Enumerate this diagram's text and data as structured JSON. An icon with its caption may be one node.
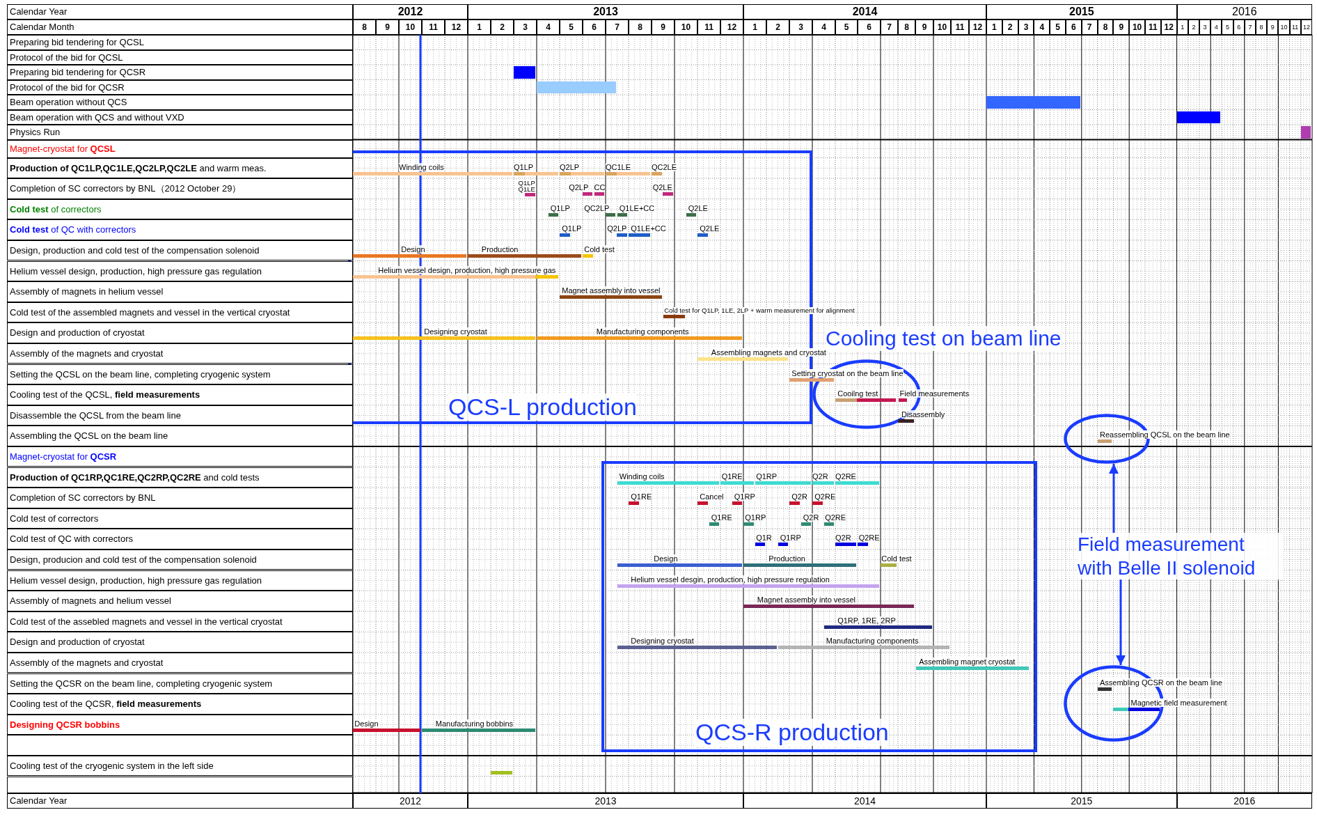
{
  "diagram": {
    "nodes": [
      {
        "text": [],
        "shape": "bar"
      },
      {
        "text": [],
        "shape": "bar"
      },
      {
        "text": [],
        "shape": "bar"
      },
      {
        "text": [],
        "shape": "bar"
      },
      {
        "text": [],
        "shape": "bar"
      },
      {
        "text": [
          "QCS-L production"
        ]
      },
      {
        "text": [
          "Winding coils"
        ],
        "in": 5
      },
      {
        "text": [
          "Q1LP"
        ],
        "in": 5
      },
      {
        "text": [
          "Q2LP"
        ],
        "in": 5
      },
      {
        "text": [
          "QC1LE"
        ],
        "in": 5
      },
      {
        "text": [
          "QC2LE"
        ],
        "in": 5
      },
      {
        "text": [
          "Q1LP",
          "Q1LE"
        ],
        "in": 5
      },
      {
        "text": [
          "Q2LP"
        ],
        "in": 5
      },
      {
        "text": [
          "CC"
        ],
        "in": 5
      },
      {
        "text": [
          "Q2LE"
        ],
        "in": 5
      },
      {
        "text": [
          "Q1LP"
        ],
        "in": 5
      },
      {
        "text": [
          "QC2LP"
        ],
        "in": 5
      },
      {
        "text": [
          "Q1LE+CC"
        ],
        "in": 5
      },
      {
        "text": [
          "Q2LE"
        ],
        "in": 5
      },
      {
        "text": [
          "Q1LP"
        ],
        "in": 5
      },
      {
        "text": [
          "Q2LP"
        ],
        "in": 5
      },
      {
        "text": [
          "Q1LE+CC"
        ],
        "in": 5
      },
      {
        "text": [
          "Q2LE"
        ],
        "in": 5
      },
      {
        "text": [
          "Design"
        ],
        "in": 5
      },
      {
        "text": [
          "Production"
        ],
        "in": 5
      },
      {
        "text": [
          "Cold test"
        ],
        "in": 5
      },
      {
        "text": [
          "Helium vessel design, production, high pressure gas"
        ],
        "in": 5
      },
      {
        "text": [
          "Magnet assembly into vessel"
        ],
        "in": 5
      },
      {
        "text": [
          "Cold test for Q1LP, 1LE, 2LP + warm measurement for alignment"
        ]
      },
      {
        "text": [
          "Designing cryostat"
        ],
        "in": 5
      },
      {
        "text": [
          "Manufacturing components"
        ],
        "in": 5
      },
      {
        "text": [
          "Assembling magnets and cryostat"
        ]
      },
      {
        "text": [
          "Cooling test on beam line"
        ]
      },
      {
        "text": [
          "Setting cryostat on the beam line"
        ]
      },
      {
        "text": [
          "Cooilng test"
        ],
        "in": 32
      },
      {
        "text": [
          "Field measurements"
        ],
        "in": 32
      },
      {
        "text": [
          "Disassembly"
        ],
        "in": 32
      },
      {
        "text": [
          "Reassembling QCSL on the beam line"
        ]
      },
      {
        "text": [],
        "shape": "ellipse"
      },
      {
        "text": [
          "QCS-R production"
        ]
      },
      {
        "text": [
          "Winding coils"
        ],
        "in": 39
      },
      {
        "text": [
          "Q1RE"
        ],
        "in": 39
      },
      {
        "text": [
          "Q1RP"
        ],
        "in": 39
      },
      {
        "text": [
          "Q2R"
        ],
        "in": 39
      },
      {
        "text": [
          "Q2RE"
        ],
        "in": 39
      },
      {
        "text": [
          "Q1RE"
        ],
        "in": 39
      },
      {
        "text": [
          "Cancel"
        ],
        "in": 39
      },
      {
        "text": [
          "Q1RP"
        ],
        "in": 39
      },
      {
        "text": [
          "Q2R"
        ],
        "in": 39
      },
      {
        "text": [
          "Q2RE"
        ],
        "in": 39
      },
      {
        "text": [
          "Q1RE"
        ],
        "in": 39
      },
      {
        "text": [
          "Q1RP"
        ],
        "in": 39
      },
      {
        "text": [
          "Q2R"
        ],
        "in": 39
      },
      {
        "text": [
          "Q2RE"
        ],
        "in": 39
      },
      {
        "text": [
          "Q1R"
        ],
        "in": 39
      },
      {
        "text": [
          "Q1RP"
        ],
        "in": 39
      },
      {
        "text": [
          "Q2R"
        ],
        "in": 39
      },
      {
        "text": [
          "Q2RE"
        ],
        "in": 39
      },
      {
        "text": [
          "Design"
        ],
        "in": 39
      },
      {
        "text": [
          "Production"
        ],
        "in": 39
      },
      {
        "text": [
          "Cold test"
        ],
        "in": 39
      },
      {
        "text": [
          "Helium vessel desgin, production, high pressure regulation"
        ],
        "in": 39
      },
      {
        "text": [
          "Magnet assembly into vessel"
        ],
        "in": 39
      },
      {
        "text": [
          "Q1RP, 1RE, 2RP"
        ],
        "in": 39
      },
      {
        "text": [
          "Designing cryostat"
        ],
        "in": 39
      },
      {
        "text": [
          "Manufacturing components"
        ],
        "in": 39
      },
      {
        "text": [
          "Assembling magnet cryostat"
        ],
        "in": 39
      },
      {
        "text": [
          "Field measurement with Belle II solenoid"
        ]
      },
      {
        "text": [
          "Assembling QCSR on the beam line"
        ]
      },
      {
        "text": [],
        "shape": "ellipse"
      },
      {
        "text": [
          "Magnetic field measurement"
        ]
      },
      {
        "text": [
          "Design"
        ]
      },
      {
        "text": [
          "Manufacturing bobbins"
        ]
      },
      {
        "text": [],
        "shape": "bar"
      }
    ],
    "edges": [
      {
        "from": 67,
        "to": 38,
        "arrow": "to"
      },
      {
        "from": 67,
        "to": 69,
        "arrow": "to"
      }
    ],
    "labels": [
      "Calendar Year",
      "2012",
      "2013",
      "2014",
      "2015",
      "2016",
      "Calendar Month",
      "8",
      "9",
      "10",
      "11",
      "12",
      "1",
      "2",
      "3",
      "4",
      "5",
      "6",
      "7",
      "8",
      "9",
      "10",
      "11",
      "12",
      "1",
      "2",
      "3",
      "4",
      "5",
      "6",
      "7",
      "8",
      "9",
      "10",
      "11",
      "12",
      "1",
      "2",
      "3",
      "4",
      "5",
      "6",
      "7",
      "8",
      "9",
      "10",
      "11",
      "12",
      "1",
      "2",
      "3",
      "4",
      "5",
      "6",
      "7",
      "8",
      "9",
      "10",
      "11",
      "12",
      "Preparing bid tendering for QCSL",
      "Protocol of the bid for QCSL",
      "Preparing bid tendering for QCSR",
      "Protocol of the bid for QCSR",
      "Beam operation without QCS",
      "Beam operation with QCS and without VXD",
      "Physics Run",
      "Magnet-cryostat for **QCSL**",
      "**Production of QC1LP,QC1LE,QC2LP,QC2LE** and warm meas.",
      "Completion of SC correctors by BNL（2012 October 29）",
      "**Cold test** of correctors",
      "**Cold test** of QC with correctors",
      "Design, production and cold test of the compensation solenoid",
      "Helium vessel design, production, high pressure gas regulation",
      "Assembly of magnets in helium vessel",
      "Cold test of the assembled magnets and vessel in the vertical cryostat",
      "Design and production of cryostat",
      "Assembly of the magnets and cryostat",
      "Setting the QCSL on the beam line, completing cryogenic system",
      "Cooling test of the QCSL, **field measurements**",
      "Disassemble the QCSL from the beam line",
      "Assembling the QCSL on the beam line",
      "Magnet-cryostat for **QCSR**",
      "**Production of QC1RP,QC1RE,QC2RP,QC2RE** and cold tests",
      "Completion of SC correctors by BNL",
      "Cold test of correctors",
      "Cold test of QC with correctors",
      "Design, producion and cold test of the compensation solenoid",
      "Helium vessel design, production, high pressure gas regulation",
      "Assembly of magnets and helium vessel",
      "Cold test of the assebled magnets and vessel in the vertical cryostat",
      "Design and production of cryostat",
      "Assembly of the magnets and cryostat",
      "Setting the QCSR on the beam line, completing cryogenic system",
      "Cooling test of the QCSR, **field measurements**",
      "Designing QCSR bobbins",
      "Cooling test of the cryogenic system in the left side",
      "Calendar Year",
      "2012",
      "2013",
      "2014",
      "2015",
      "2016"
    ]
  }
}
